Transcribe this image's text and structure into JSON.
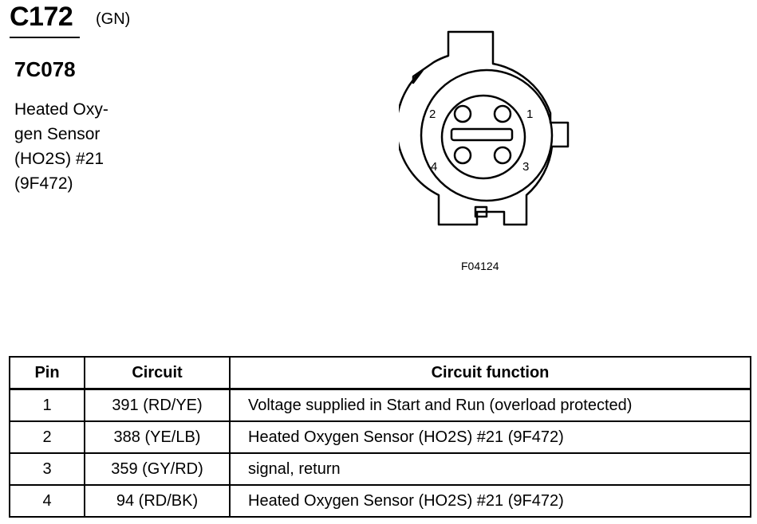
{
  "connector": {
    "id": "C172",
    "color": "(GN)",
    "part_number": "7C078",
    "component_lines": [
      "Heated Oxy-",
      "gen Sensor",
      "(HO2S) #21",
      "(9F472)"
    ],
    "figure_code": "F04124"
  },
  "pin_labels": {
    "p1": "1",
    "p2": "2",
    "p3": "3",
    "p4": "4"
  },
  "table": {
    "headers": [
      "Pin",
      "Circuit",
      "Circuit function"
    ],
    "rows": [
      {
        "pin": "1",
        "circuit": "391 (RD/YE)",
        "function": "Voltage supplied in Start and Run (overload protected)"
      },
      {
        "pin": "2",
        "circuit": "388 (YE/LB)",
        "function": "Heated Oxygen Sensor (HO2S) #21 (9F472)"
      },
      {
        "pin": "3",
        "circuit": "359 (GY/RD)",
        "function": "signal, return"
      },
      {
        "pin": "4",
        "circuit": "94 (RD/BK)",
        "function": "Heated Oxygen Sensor (HO2S) #21 (9F472)"
      }
    ]
  }
}
